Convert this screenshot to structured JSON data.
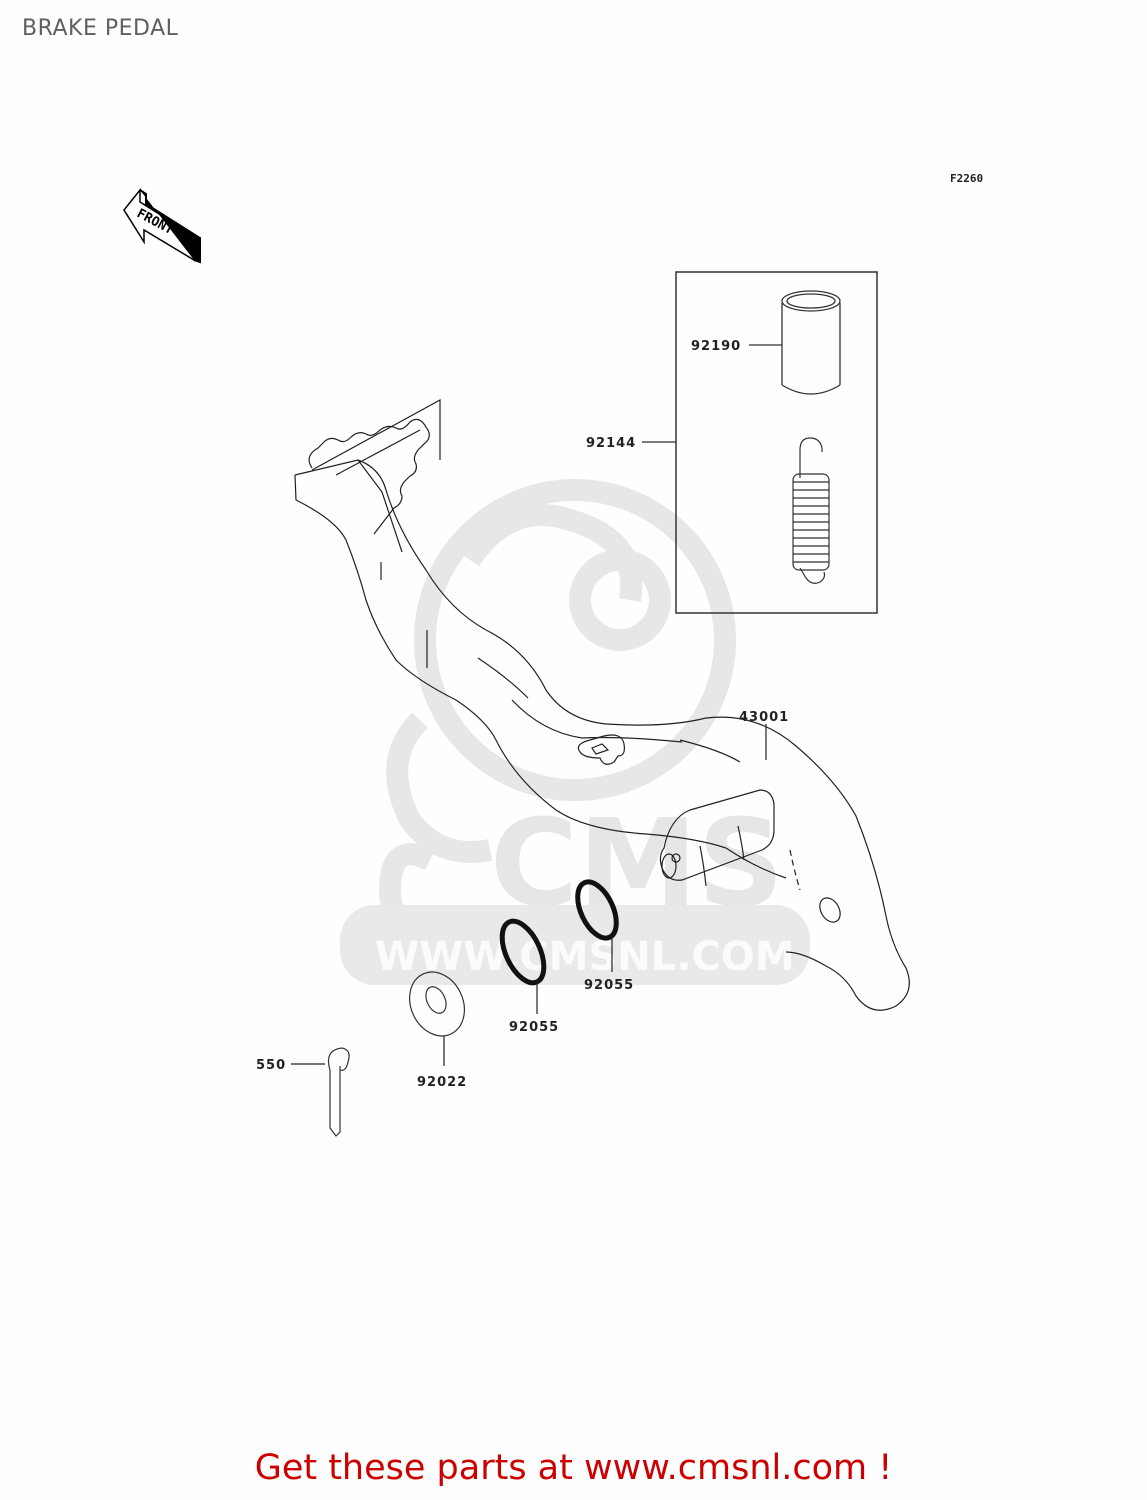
{
  "header": {
    "title": "BRAKE PEDAL"
  },
  "diagram": {
    "figure_code": "F2260",
    "front_indicator": "FRONT",
    "watermark": {
      "brand": "CMS",
      "url": "WWW.CMSNL.COM",
      "color": "#e6e6e6"
    },
    "parts": [
      {
        "id": "92190",
        "label": "92190",
        "description": "collar (in kit box)"
      },
      {
        "id": "92144",
        "label": "92144",
        "description": "spring kit box"
      },
      {
        "id": "43001",
        "label": "43001",
        "description": "brake pedal"
      },
      {
        "id": "92055a",
        "label": "92055",
        "description": "o-ring (upper)"
      },
      {
        "id": "92055b",
        "label": "92055",
        "description": "o-ring (lower)"
      },
      {
        "id": "92022",
        "label": "92022",
        "description": "washer"
      },
      {
        "id": "550",
        "label": "550",
        "description": "cotter pin"
      }
    ]
  },
  "footer": {
    "text": "Get these parts at www.cmsnl.com !",
    "color": "#cc0000"
  }
}
